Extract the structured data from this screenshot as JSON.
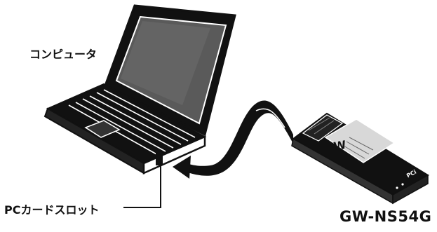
{
  "labels": {
    "computer": "コンピュータ",
    "pc_card_slot": "PCカードスロット",
    "model": "GW-NS54G"
  },
  "card": {
    "label_letters": "W",
    "brand_mark": "PCi"
  },
  "colors": {
    "ink": "#111111",
    "screen": "#5a5a5a",
    "paper": "#ffffff",
    "card_label": "#d8d8d8"
  }
}
